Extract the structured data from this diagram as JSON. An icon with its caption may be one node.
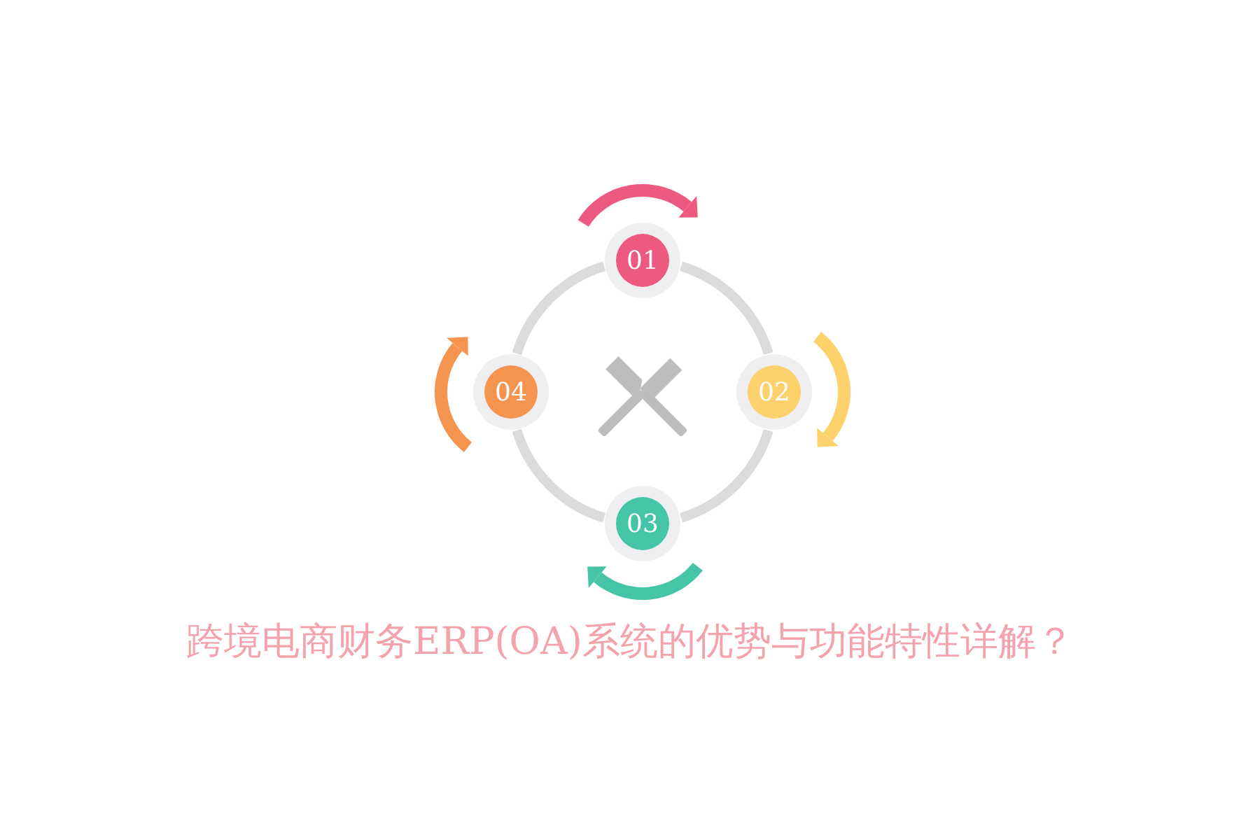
{
  "diagram": {
    "title": "跨境电商财务ERP(OA)系统的优势与功能特性详解？",
    "nodes": [
      {
        "text": [
          "01"
        ]
      },
      {
        "text": [
          "02"
        ]
      },
      {
        "text": [
          "03"
        ]
      },
      {
        "text": [
          "04"
        ]
      }
    ],
    "edges": [
      {
        "from": 0,
        "to": 1,
        "arrow": "none"
      },
      {
        "from": 1,
        "to": 2,
        "arrow": "none"
      },
      {
        "from": 2,
        "to": 3,
        "arrow": "none"
      },
      {
        "from": 3,
        "to": 0,
        "arrow": "none"
      }
    ]
  }
}
